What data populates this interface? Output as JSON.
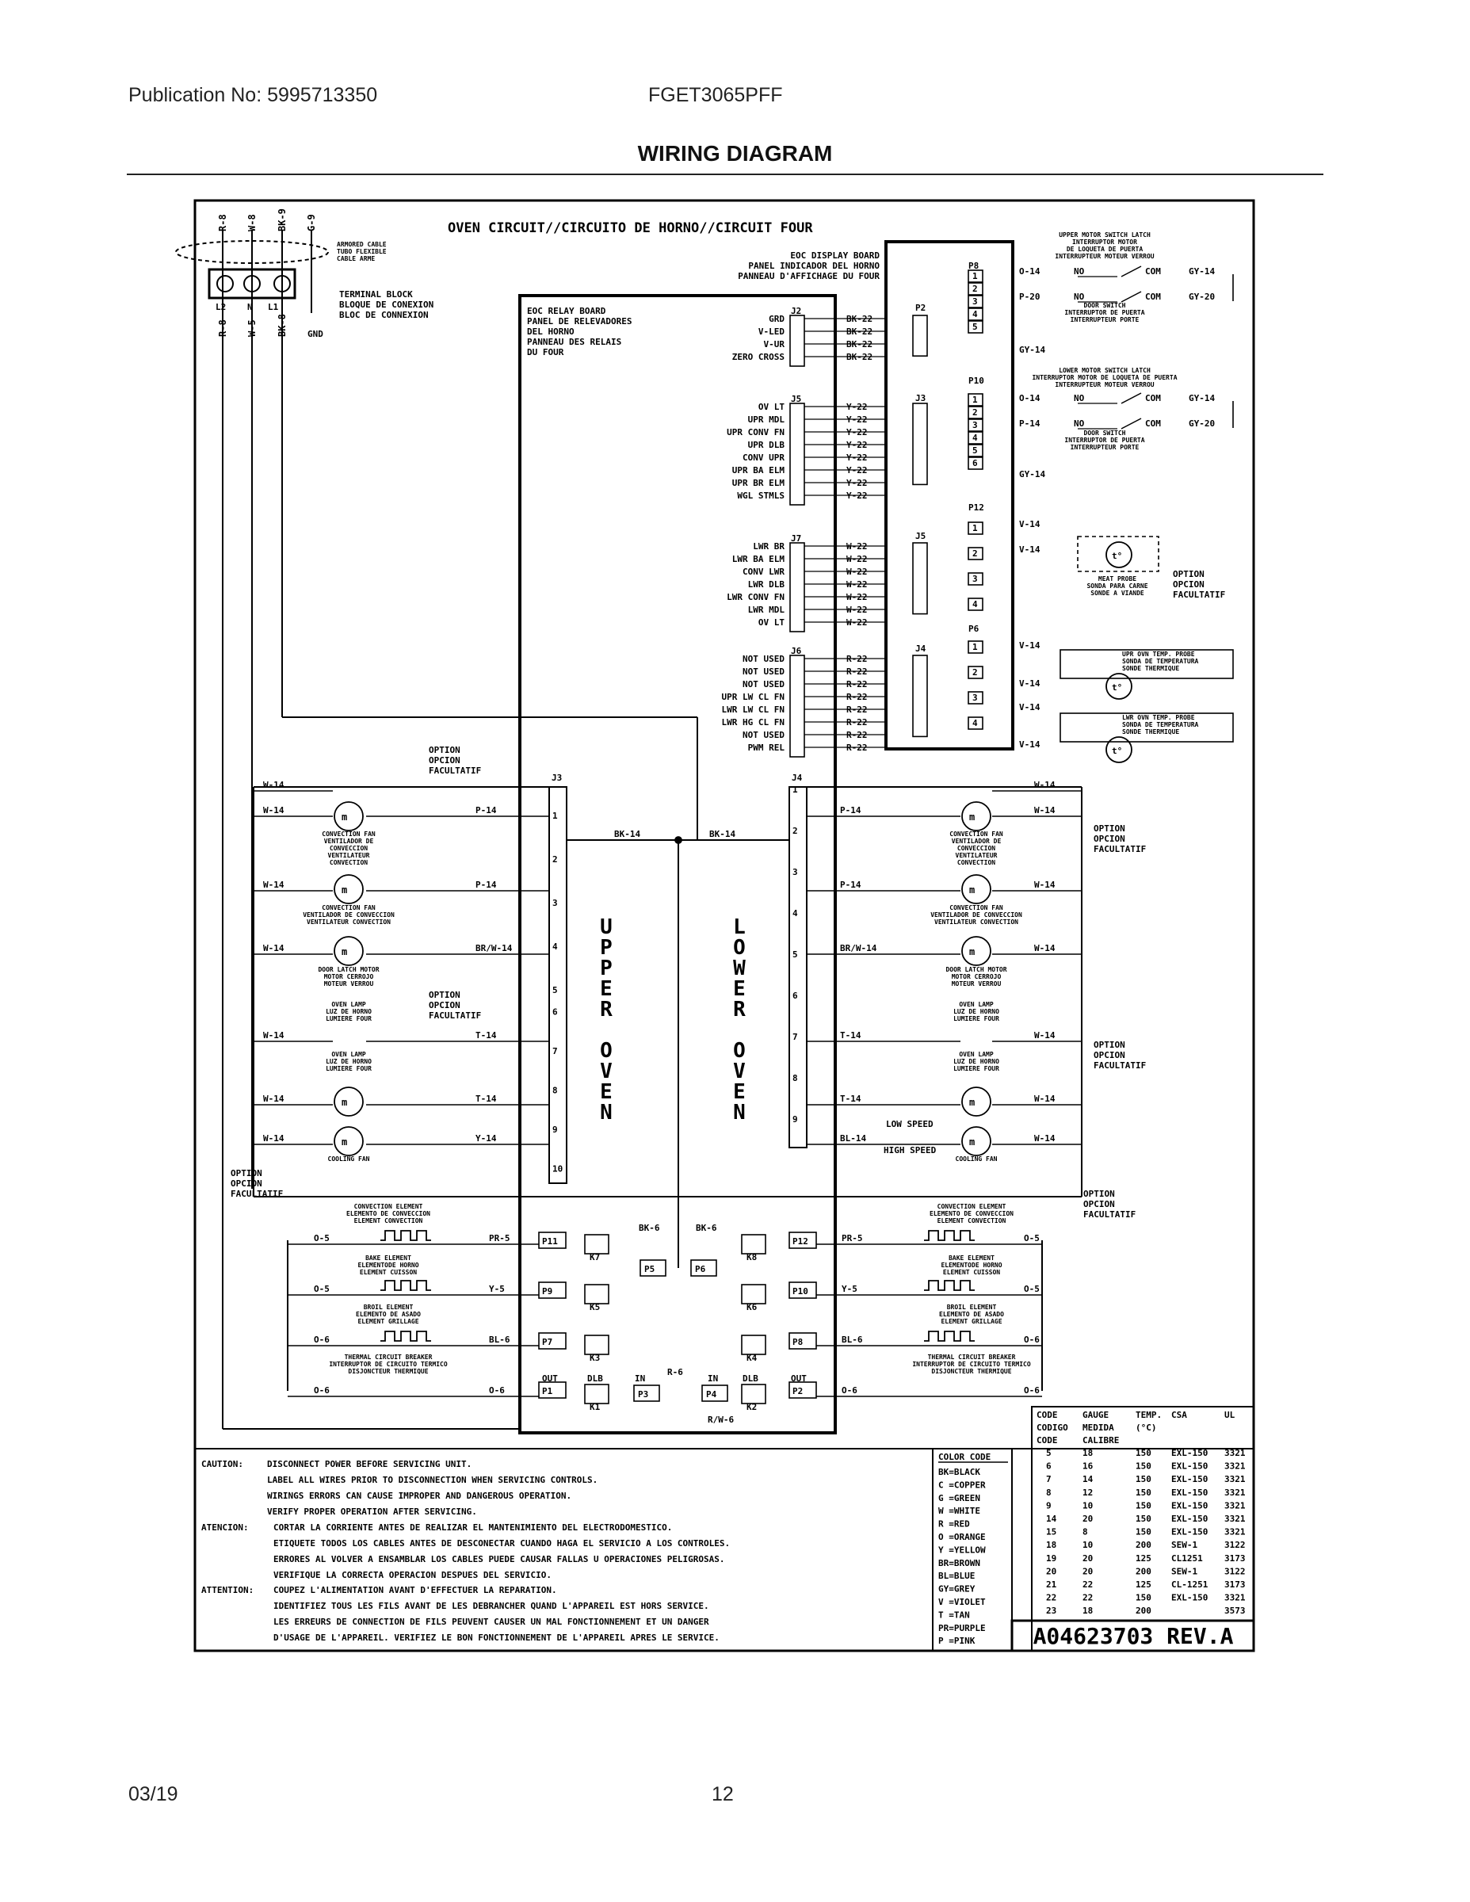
{
  "header": {
    "publication": "Publication No: 5995713350",
    "model": "FGET3065PFF",
    "title": "WIRING DIAGRAM"
  },
  "footer": {
    "date": "03/19",
    "page": "12"
  },
  "diagram": {
    "main_title": "OVEN CIRCUIT//CIRCUITO DE HORNO//CIRCUIT FOUR",
    "top_wires": [
      "R-8",
      "W-8",
      "BK-9",
      "G-9"
    ],
    "armored_cable": [
      "ARMORED CABLE",
      "TUBO FLEXIBLE",
      "CABLE ARME"
    ],
    "terminal_block": [
      "TERMINAL BLOCK",
      "BLOQUE DE CONEXION",
      "BLOC DE CONNEXION"
    ],
    "terminal_labels": [
      "L2",
      "N",
      "L1"
    ],
    "gnd": "GND",
    "left_wires": [
      "R-8",
      "W-5",
      "BK-8"
    ],
    "display_board": [
      "EOC DISPLAY BOARD",
      "PANEL INDICADOR DEL HORNO",
      "PANNEAU D'AFFICHAGE DU FOUR"
    ],
    "relay_board": [
      "EOC RELAY BOARD",
      "PANEL DE RELEVADORES",
      "DEL HORNO",
      "PANNEAU DES RELAIS",
      "DU FOUR"
    ],
    "j2": {
      "name": "J2",
      "signals": [
        "GRD",
        "V-LED",
        "V-UR",
        "ZERO CROSS"
      ],
      "wires": [
        "BK-22",
        "BK-22",
        "BK-22",
        "BK-22"
      ]
    },
    "j5": {
      "name": "J5",
      "signals": [
        "OV LT",
        "UPR MDL",
        "UPR CONV FN",
        "UPR DLB",
        "CONV UPR",
        "UPR BA ELM",
        "UPR BR ELM",
        "WGL STMLS"
      ],
      "wires": [
        "Y-22",
        "Y-22",
        "Y-22",
        "Y-22",
        "Y-22",
        "Y-22",
        "Y-22",
        "Y-22"
      ]
    },
    "j7": {
      "name": "J7",
      "signals": [
        "LWR BR",
        "LWR BA ELM",
        "CONV LWR",
        "LWR DLB",
        "LWR CONV FN",
        "LWR MDL",
        "OV LT"
      ],
      "wires": [
        "W-22",
        "W-22",
        "W-22",
        "W-22",
        "W-22",
        "W-22",
        "W-22"
      ]
    },
    "j6": {
      "name": "J6",
      "signals": [
        "NOT USED",
        "NOT USED",
        "NOT USED",
        "UPR LW CL FN",
        "LWR LW CL FN",
        "LWR HG CL FN",
        "NOT USED",
        "PWM REL"
      ],
      "wires": [
        "R-22",
        "R-22",
        "R-22",
        "R-22",
        "R-22",
        "R-22",
        "R-22",
        "R-22"
      ]
    },
    "p_headers": [
      "P2",
      "J3",
      "J5",
      "J4"
    ],
    "p8": {
      "name": "P8",
      "pins": [
        "1",
        "2",
        "3",
        "4",
        "5"
      ],
      "wires": [
        "O-14",
        "P-20",
        "GY-14"
      ]
    },
    "p10": {
      "name": "P10",
      "pins": [
        "1",
        "2",
        "3",
        "4",
        "5",
        "6"
      ],
      "wires": [
        "O-14",
        "P-14",
        "GY-14"
      ]
    },
    "p12": {
      "name": "P12",
      "pins": [
        "1",
        "2",
        "3",
        "4"
      ],
      "wires": [
        "V-14",
        "V-14"
      ]
    },
    "p6": {
      "name": "P6",
      "pins": [
        "1",
        "2",
        "3",
        "4"
      ],
      "wires": [
        "V-14",
        "V-14",
        "V-14",
        "V-14"
      ]
    },
    "upper_latch": [
      "UPPER MOTOR SWITCH LATCH",
      "INTERRUPTOR MOTOR",
      "DE LOQUETA DE PUERTA",
      "INTERRUPTEUR MOTEUR VERROU"
    ],
    "lower_latch": [
      "LOWER MOTOR SWITCH LATCH",
      "INTERRUPTOR MOTOR DE LOQUETA DE PUERTA",
      "INTERRUPTEUR MOTEUR VERROU"
    ],
    "door_switch": [
      "DOOR SWITCH",
      "INTERRUPTOR DE PUERTA",
      "INTERRUPTEUR PORTE"
    ],
    "switch_terms": {
      "no": "NO",
      "com": "COM",
      "gy14": "GY-14",
      "gy20": "GY-20"
    },
    "meat_probe": [
      "MEAT PROBE",
      "SONDA PARA CARNE",
      "SONDE A VIANDE"
    ],
    "upr_probe": [
      "UPR OVN TEMP. PROBE",
      "SONDA DE TEMPERATURA",
      "SONDE THERMIQUE"
    ],
    "lwr_probe": [
      "LWR OVN TEMP. PROBE",
      "SONDA DE TEMPERATURA",
      "SONDE THERMIQUE"
    ],
    "option": [
      "OPTION",
      "OPCION",
      "FACULTATIF"
    ],
    "upper_oven": "UPPER OVEN",
    "lower_oven": "LOWER OVEN",
    "j3_pins": [
      "1",
      "2",
      "3",
      "4",
      "5",
      "6",
      "7",
      "8",
      "9",
      "10"
    ],
    "j4_pins": [
      "1",
      "2",
      "3",
      "4",
      "5",
      "6",
      "7",
      "8",
      "9"
    ],
    "bk14": "BK-14",
    "conv_fan": [
      "CONVECTION FAN",
      "VENTILADOR DE",
      "CONVECCION",
      "VENTILATEUR",
      "CONVECTION"
    ],
    "conv_fan2": [
      "CONVECTION FAN",
      "VENTILADOR DE CONVECCION",
      "VENTILATEUR CONVECTION"
    ],
    "door_latch": [
      "DOOR LATCH MOTOR",
      "MOTOR CERROJO",
      "MOTEUR VERROU"
    ],
    "oven_lamp": [
      "OVEN LAMP",
      "LUZ DE HORNO",
      "LUMIERE FOUR"
    ],
    "cooling_fan": "COOLING FAN",
    "speed": {
      "low": "LOW SPEED",
      "high": "HIGH SPEED"
    },
    "load_wires": {
      "w14": "W-14",
      "p14": "P-14",
      "brw14": "BR/W-14",
      "t14": "T-14",
      "y14": "Y-14",
      "bl14": "BL-14"
    },
    "conv_elem": [
      "CONVECTION ELEMENT",
      "ELEMENTO DE CONVECCION",
      "ELEMENT CONVECTION"
    ],
    "bake_elem": [
      "BAKE ELEMENT",
      "ELEMENTODE HORNO",
      "ELEMENT CUISSON"
    ],
    "broil_elem": [
      "BROIL ELEMENT",
      "ELEMENTO DE ASADO",
      "ELEMENT GRILLAGE"
    ],
    "breaker": [
      "THERMAL CIRCUIT BREAKER",
      "INTERRUPTOR DE CIRCUITO TERMICO",
      "DISJONCTEUR THERMIQUE"
    ],
    "relays": {
      "left": [
        "P11",
        "P9",
        "P7",
        "P1"
      ],
      "left_k": [
        "K7",
        "K5",
        "K3",
        "K1"
      ],
      "right": [
        "P12",
        "P10",
        "P8",
        "P2"
      ],
      "right_k": [
        "K8",
        "K6",
        "K4",
        "K2"
      ],
      "center": [
        "P5",
        "P6",
        "P3",
        "P4"
      ],
      "bk6": "BK-6",
      "r6": "R-6",
      "rw6": "R/W-6",
      "out": "OUT",
      "in": "IN",
      "dlb": "DLB"
    },
    "elem_wires": {
      "o5": "O-5",
      "pr5": "PR-5",
      "y5": "Y-5",
      "o6": "O-6",
      "bl6": "BL-6"
    }
  },
  "gauge_table": {
    "headers": [
      "CODE",
      "GAUGE",
      "TEMP.",
      "CSA",
      "UL"
    ],
    "headers2": [
      "CODIGO",
      "MEDIDA",
      "(°C)"
    ],
    "headers3": [
      "CODE",
      "CALIBRE"
    ],
    "rows": [
      [
        "5",
        "18",
        "150",
        "EXL-150",
        "3321"
      ],
      [
        "6",
        "16",
        "150",
        "EXL-150",
        "3321"
      ],
      [
        "7",
        "14",
        "150",
        "EXL-150",
        "3321"
      ],
      [
        "8",
        "12",
        "150",
        "EXL-150",
        "3321"
      ],
      [
        "9",
        "10",
        "150",
        "EXL-150",
        "3321"
      ],
      [
        "14",
        "20",
        "150",
        "EXL-150",
        "3321"
      ],
      [
        "15",
        "8",
        "150",
        "EXL-150",
        "3321"
      ],
      [
        "18",
        "10",
        "200",
        "SEW-1",
        "3122"
      ],
      [
        "19",
        "20",
        "125",
        "CL1251",
        "3173"
      ],
      [
        "20",
        "20",
        "200",
        "SEW-1",
        "3122"
      ],
      [
        "21",
        "22",
        "125",
        "CL-1251",
        "3173"
      ],
      [
        "22",
        "22",
        "150",
        "EXL-150",
        "3321"
      ],
      [
        "23",
        "18",
        "200",
        "",
        "3573"
      ]
    ]
  },
  "color_code": {
    "title": "COLOR CODE",
    "items": [
      "BK=BLACK",
      "C =COPPER",
      "G =GREEN",
      "W =WHITE",
      "R =RED",
      "O =ORANGE",
      "Y =YELLOW",
      "BR=BROWN",
      "BL=BLUE",
      "GY=GREY",
      "V =VIOLET",
      "T =TAN",
      "PR=PURPLE",
      "P =PINK"
    ]
  },
  "notes": {
    "caution_label": "CAUTION:",
    "caution": [
      "DISCONNECT POWER BEFORE SERVICING UNIT.",
      "LABEL ALL WIRES PRIOR TO DISCONNECTION WHEN SERVICING CONTROLS.",
      "WIRINGS ERRORS CAN CAUSE IMPROPER AND DANGEROUS OPERATION.",
      "VERIFY PROPER OPERATION AFTER SERVICING."
    ],
    "atencion_label": "ATENCION:",
    "atencion": [
      "CORTAR LA CORRIENTE ANTES DE REALIZAR EL MANTENIMIENTO DEL ELECTRODOMESTICO.",
      "ETIQUETE TODOS LOS CABLES ANTES DE DESCONECTAR CUANDO HAGA EL SERVICIO A LOS CONTROLES.",
      "ERRORES AL VOLVER A ENSAMBLAR LOS CABLES PUEDE CAUSAR FALLAS U OPERACIONES PELIGROSAS.",
      "VERIFIQUE LA CORRECTA OPERACION DESPUES DEL SERVICIO."
    ],
    "attention_label": "ATTENTION:",
    "attention": [
      "COUPEZ L'ALIMENTATION AVANT D'EFFECTUER LA REPARATION.",
      "IDENTIFIEZ TOUS LES FILS AVANT DE LES DEBRANCHER QUAND L'APPAREIL EST HORS SERVICE.",
      "LES ERREURS DE CONNECTION DE FILS PEUVENT CAUSER UN MAL FONCTIONNEMENT ET UN DANGER",
      "D'USAGE DE L'APPAREIL. VERIFIEZ LE BON FONCTIONNEMENT DE L'APPAREIL APRES LE SERVICE."
    ]
  },
  "drawing_ref": "A04623703  REV.A"
}
